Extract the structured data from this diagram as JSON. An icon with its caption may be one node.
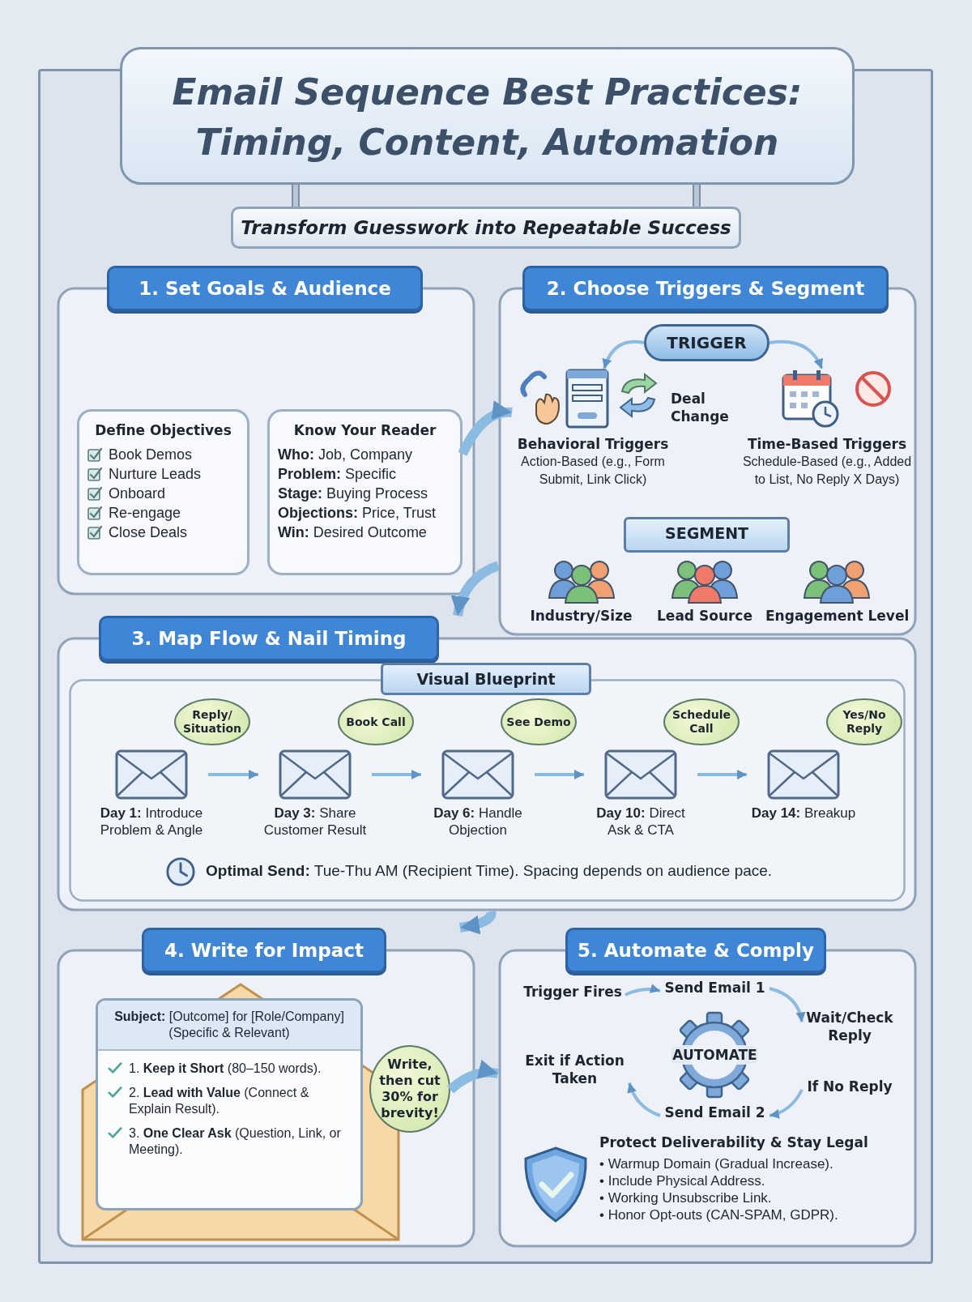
{
  "diagram": {
    "title": "Email Sequence Best Practices: Timing, Content, Automation",
    "nodes": [
      {
        "text": [
          "1. Set Goals & Audience"
        ]
      },
      {
        "text": [
          "Define Objectives",
          "Book Demos",
          "Nurture Leads",
          "Onboard",
          "Re-engage",
          "Close Deals"
        ],
        "in": 0
      },
      {
        "text": [
          "Know Your Reader",
          "**Who:** Job, Company",
          "**Problem:** Specific",
          "**Stage:** Buying Process",
          "**Objections:** Price, Trust",
          "**Win:** Desired Outcome"
        ],
        "in": 0
      },
      {
        "text": [
          "2. Choose Triggers & Segment"
        ]
      },
      {
        "text": [
          "TRIGGER"
        ],
        "in": 3
      },
      {
        "text": [
          "Behavioral Triggers",
          "Action-Based (e.g., Form Submit, Link Click)"
        ],
        "in": 3,
        "beside": [
          "Deal Change"
        ]
      },
      {
        "text": [
          "Time-Based Triggers",
          "Schedule-Based (e.g., Added to List, No Reply X Days)"
        ],
        "in": 3
      },
      {
        "text": [
          "SEGMENT"
        ],
        "in": 3
      },
      {
        "text": [
          "Industry/Size"
        ],
        "in": 3
      },
      {
        "text": [
          "Lead Source"
        ],
        "in": 3
      },
      {
        "text": [
          "Engagement Level"
        ],
        "in": 3
      },
      {
        "text": [
          "3. Map Flow & Nail Timing"
        ]
      },
      {
        "text": [
          "Visual Blueprint"
        ],
        "in": 11
      },
      {
        "text": [
          "**Day 1:** Introduce Problem & Angle"
        ],
        "in": 11
      },
      {
        "text": [
          "Reply/ Situation"
        ],
        "in": 11
      },
      {
        "text": [
          "**Day 3:** Share Customer Result"
        ],
        "in": 11
      },
      {
        "text": [
          "Book Call"
        ],
        "in": 11
      },
      {
        "text": [
          "**Day 6:** Handle Objection"
        ],
        "in": 11
      },
      {
        "text": [
          "See Demo"
        ],
        "in": 11
      },
      {
        "text": [
          "**Day 10:** Direct Ask & CTA"
        ],
        "in": 11
      },
      {
        "text": [
          "Schedule Call"
        ],
        "in": 11
      },
      {
        "text": [
          "**Day 14:** Breakup"
        ],
        "in": 11
      },
      {
        "text": [
          "Yes/No Reply"
        ],
        "in": 11
      },
      {
        "text": [
          "4. Write for Impact"
        ]
      },
      {
        "text": [
          "**Subject:** [Outcome] for [Role/Company] (Specific & Relevant)",
          "1. **Keep it Short** (80–150 words).",
          "2. **Lead with Value** (Connect & Explain Result).",
          "3. **One Clear Ask** (Question, Link, or Meeting)."
        ],
        "in": 23
      },
      {
        "text": [
          "Write, then cut 30% for brevity!"
        ],
        "in": 23
      },
      {
        "text": [
          "5. Automate & Comply"
        ]
      },
      {
        "text": [
          "Trigger Fires"
        ],
        "in": 26
      },
      {
        "text": [
          "Send Email 1"
        ],
        "in": 26
      },
      {
        "text": [
          "Wait/Check Reply"
        ],
        "in": 26
      },
      {
        "text": [
          "If No Reply"
        ],
        "in": 26
      },
      {
        "text": [
          "Send Email 2"
        ],
        "in": 26
      },
      {
        "text": [
          "Exit if Action Taken"
        ],
        "in": 26
      },
      {
        "text": [
          "AUTOMATE"
        ],
        "in": 26
      },
      {
        "text": [
          "Protect Deliverability & Stay Legal",
          "• Warmup Domain (Gradual Increase).",
          "• Include Physical Address.",
          "• Working Unsubscribe Link.",
          "• Honor Opt-outs (CAN-SPAM, GDPR)."
        ],
        "in": 26
      }
    ],
    "edges": [
      {
        "from": 2,
        "to": 5,
        "arrow": "to",
        "style": "thick"
      },
      {
        "from": 3,
        "to": 11,
        "arrow": "to",
        "style": "thick"
      },
      {
        "from": 11,
        "to": 23,
        "arrow": "to",
        "style": "thick"
      },
      {
        "from": 25,
        "to": 26,
        "arrow": "to",
        "style": "thick"
      },
      {
        "from": 4,
        "to": 5,
        "arrow": "to"
      },
      {
        "from": 4,
        "to": 6,
        "arrow": "to"
      },
      {
        "from": 13,
        "to": 15,
        "arrow": "to"
      },
      {
        "from": 15,
        "to": 17,
        "arrow": "to"
      },
      {
        "from": 17,
        "to": 19,
        "arrow": "to"
      },
      {
        "from": 19,
        "to": 21,
        "arrow": "to"
      },
      {
        "from": 27,
        "to": 28,
        "arrow": "to"
      },
      {
        "from": 28,
        "to": 29,
        "arrow": "to"
      },
      {
        "from": 30,
        "to": 31,
        "arrow": "to"
      },
      {
        "from": 31,
        "to": 32,
        "arrow": "to"
      }
    ],
    "labels": [
      "Transform Guesswork into Repeatable Success",
      "**Optimal Send:** Tue-Thu AM (Recipient Time). Spacing depends on audience pace."
    ]
  }
}
